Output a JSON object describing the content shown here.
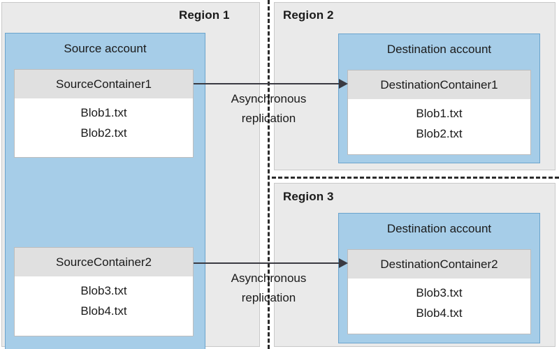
{
  "diagram": {
    "colors": {
      "region_panel_bg": "#EAEAEA",
      "region_panel_border": "#C9C9C9",
      "account_bg": "#A6CDE8",
      "account_border": "#6BA4CD",
      "container_bg": "#FFFFFF",
      "container_border": "#BDBDBD",
      "container_header_bg": "#E0E0E0",
      "arrow": "#3A3A42",
      "dashed_separator": "#2B2B2B",
      "text": "#1A1A1A"
    },
    "regions": [
      {
        "title": "Region 1"
      },
      {
        "title": "Region 2"
      },
      {
        "title": "Region 3"
      }
    ],
    "source_account": {
      "title": "Source account",
      "containers": [
        {
          "name": "SourceContainer1",
          "blobs": [
            "Blob1.txt",
            "Blob2.txt"
          ]
        },
        {
          "name": "SourceContainer2",
          "blobs": [
            "Blob3.txt",
            "Blob4.txt"
          ]
        }
      ]
    },
    "destination_accounts": [
      {
        "title": "Destination account",
        "container": {
          "name": "DestinationContainer1",
          "blobs": [
            "Blob1.txt",
            "Blob2.txt"
          ]
        }
      },
      {
        "title": "Destination account",
        "container": {
          "name": "DestinationContainer2",
          "blobs": [
            "Blob3.txt",
            "Blob4.txt"
          ]
        }
      }
    ],
    "arrows": [
      {
        "label_line1": "Asynchronous",
        "label_line2": "replication"
      },
      {
        "label_line1": "Asynchronous",
        "label_line2": "replication"
      }
    ]
  }
}
